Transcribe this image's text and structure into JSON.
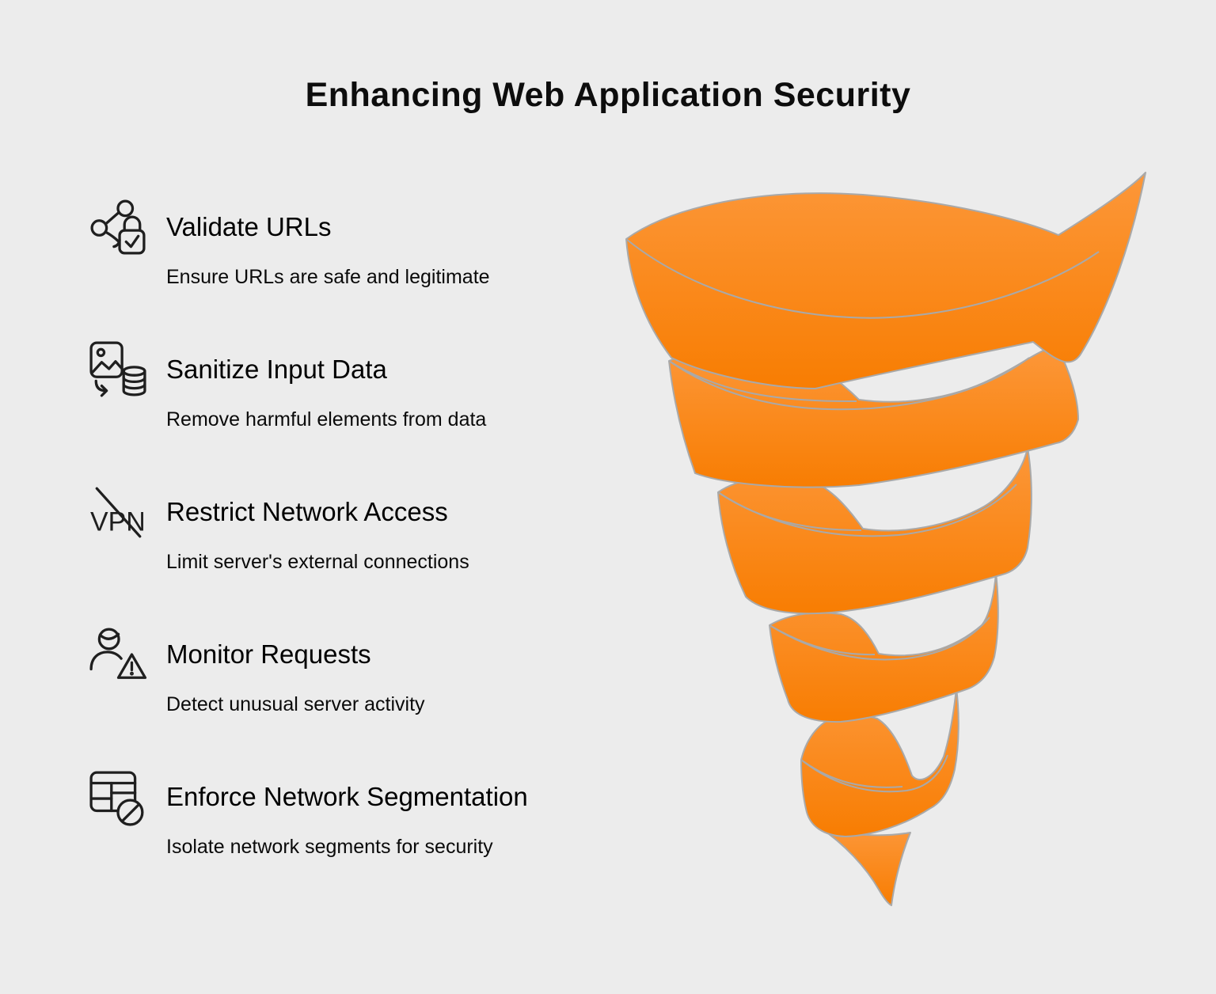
{
  "page": {
    "background": "#ececec"
  },
  "title": "Enhancing Web Application Security",
  "items": [
    {
      "icon": "share-lock-icon",
      "title": "Validate URLs",
      "subtitle": "Ensure URLs are safe and legitimate"
    },
    {
      "icon": "image-to-database-icon",
      "title": "Sanitize Input Data",
      "subtitle": "Remove harmful elements from data"
    },
    {
      "icon": "vpn-crossed-icon",
      "title": "Restrict Network Access",
      "subtitle": "Limit server's external connections"
    },
    {
      "icon": "person-warning-icon",
      "title": "Monitor Requests",
      "subtitle": "Detect unusual server activity"
    },
    {
      "icon": "table-blocked-icon",
      "title": "Enforce Network Segmentation",
      "subtitle": "Isolate network segments for security"
    }
  ],
  "vpn_icon_text": "VPN",
  "funnel": {
    "type": "spiral-funnel",
    "levels": 5,
    "color_top": "#fc9739",
    "color_bottom": "#f87d02",
    "stroke": "#a9a9a9"
  }
}
